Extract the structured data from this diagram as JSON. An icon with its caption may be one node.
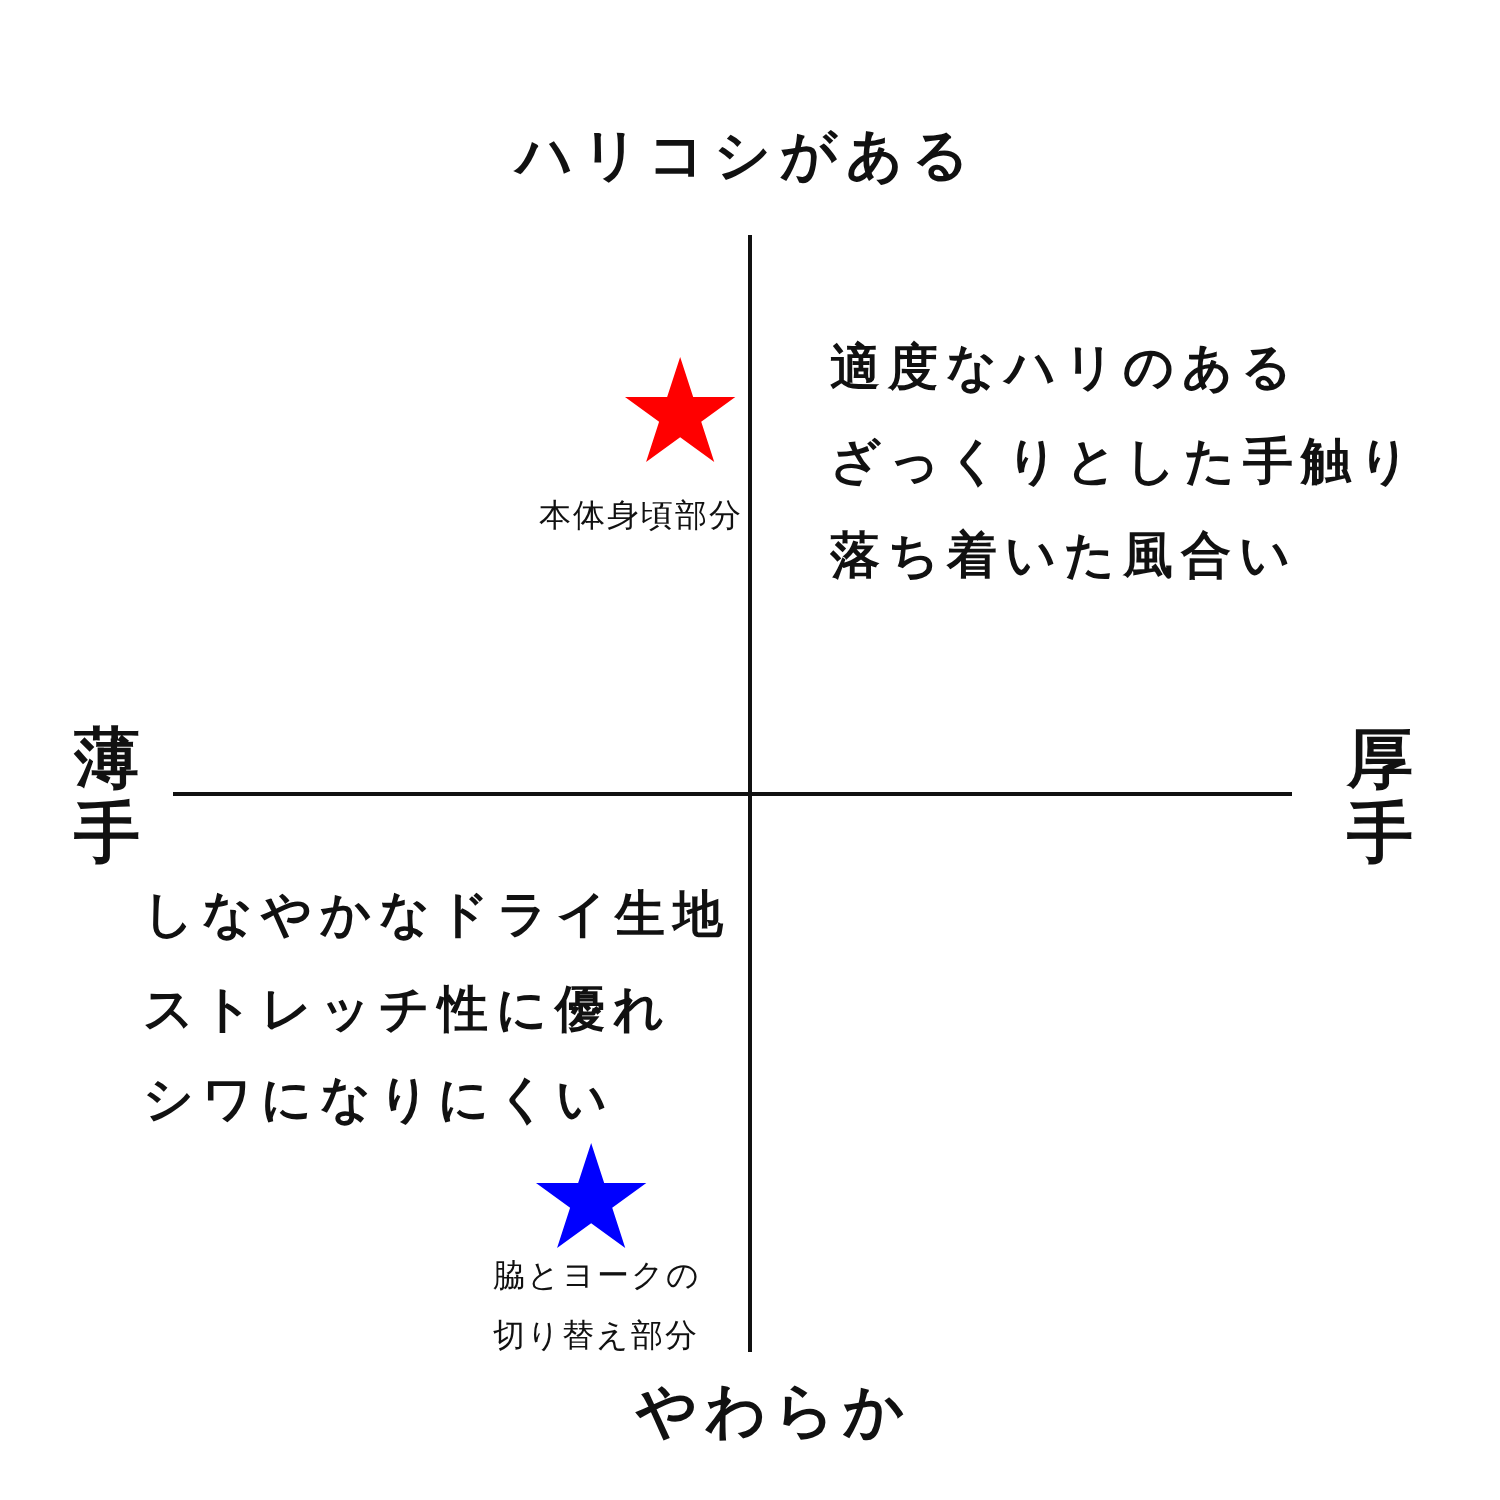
{
  "diagram": {
    "nodes": [
      {
        "text": [],
        "shape": "star",
        "beside": [
          "本体身頃部分"
        ]
      },
      {
        "text": [],
        "shape": "star",
        "beside": [
          "脇とヨークの切り替え部分"
        ]
      }
    ],
    "edges": [],
    "labels": [
      "ハリコシがある",
      "適度なハリのある",
      "ざっくりとした手触り",
      "落ち着いた風合い",
      "薄手",
      "厚手",
      "しなやかなドライ生地",
      "ストレッチ性に優れ",
      "シワになりにくい",
      "やわらか"
    ]
  }
}
